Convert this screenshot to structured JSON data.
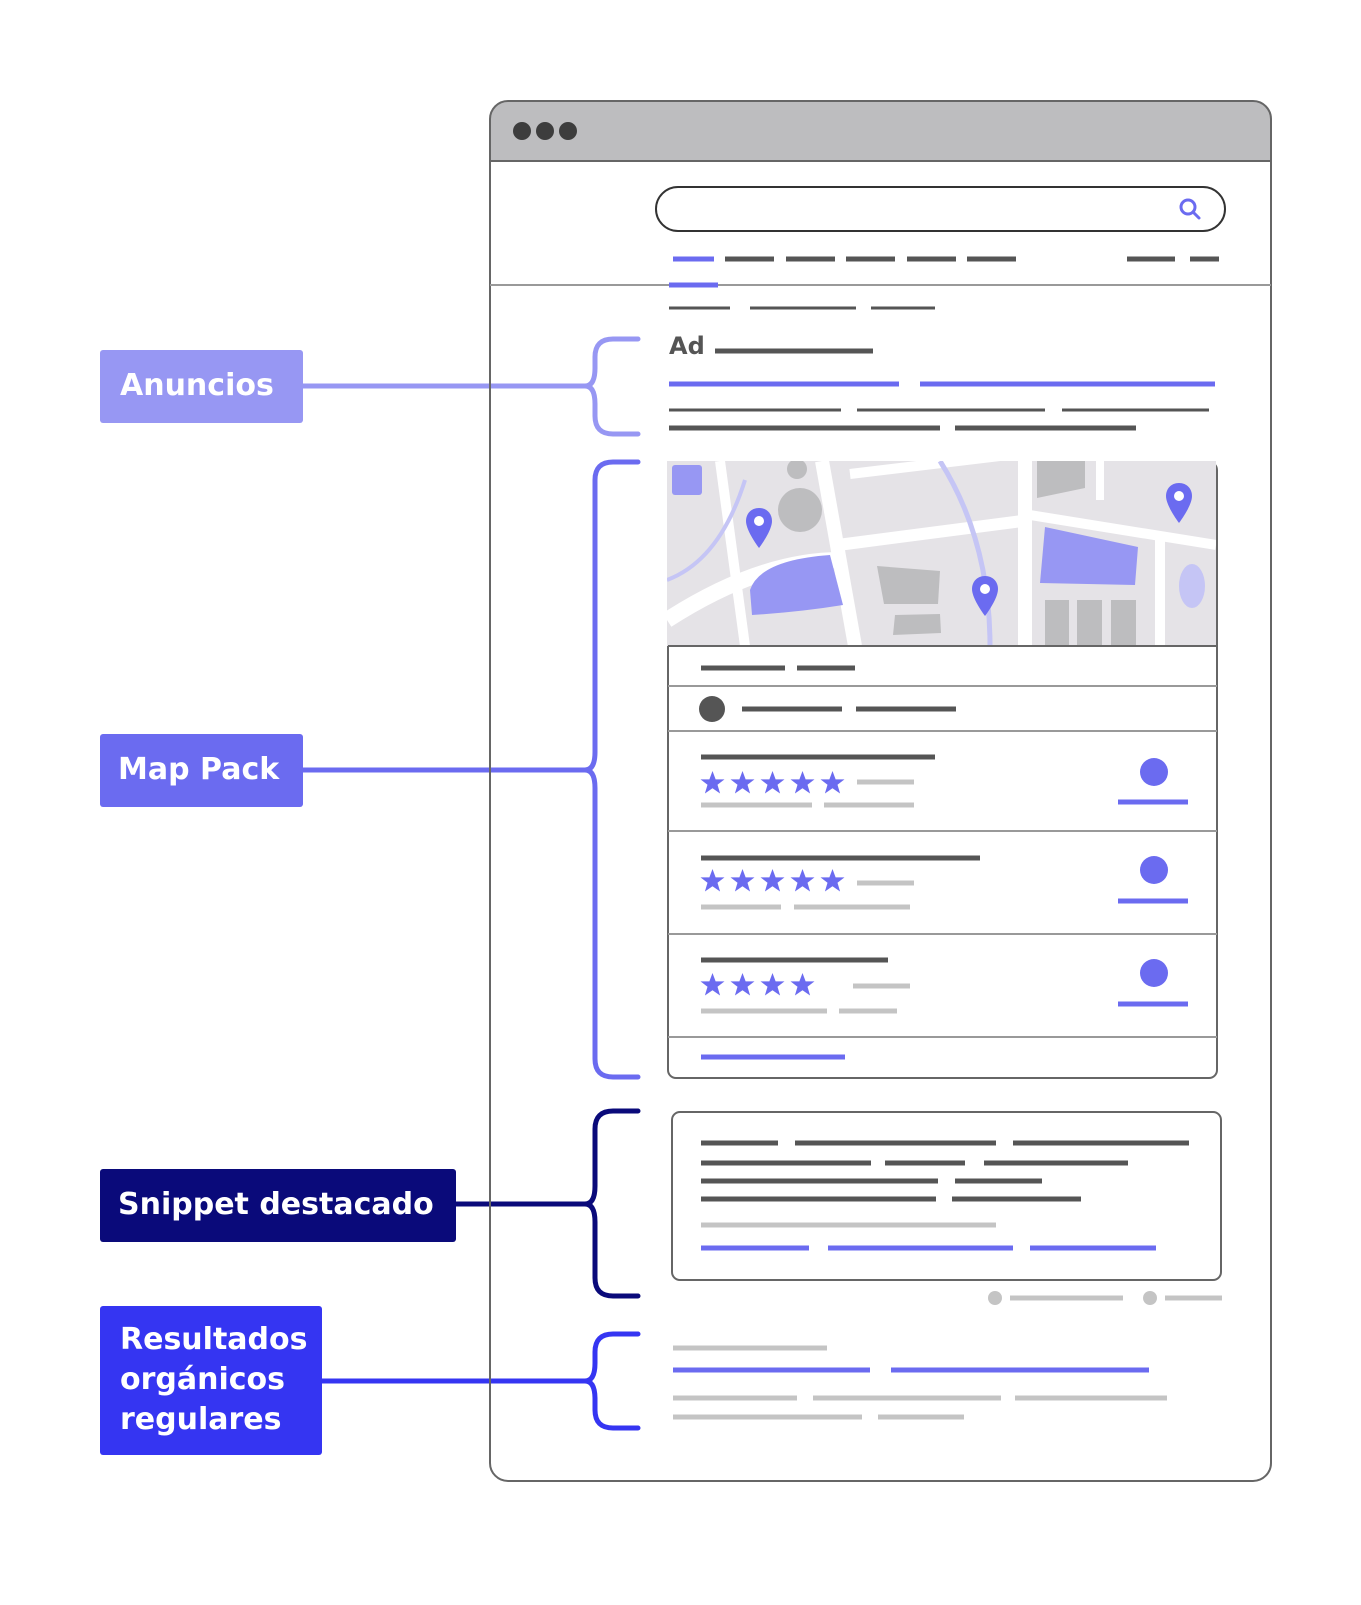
{
  "labels": {
    "ads": "Anuncios",
    "map_pack": "Map Pack",
    "snippet": "Snippet destacado",
    "organic": [
      "Resultados",
      "orgánicos",
      "regulares"
    ]
  },
  "ad_marker": "Ad",
  "listings": [
    {
      "stars": 5
    },
    {
      "stars": 5
    },
    {
      "stars": 4
    }
  ],
  "colors": {
    "ads": "#9797F3",
    "map_pack": "#6B6BF0",
    "snippet": "#0A0A7A",
    "organic": "#3535F2",
    "accent": "#6B6BF0",
    "dark_line": "#555555",
    "light_line": "#C4C4C4",
    "frame": "#666666",
    "title_bar": "#BDBDBF"
  },
  "icons": {
    "search": "search-icon",
    "map_pin": "map-pin-icon",
    "star": "star-icon",
    "profile": "profile-icon"
  }
}
